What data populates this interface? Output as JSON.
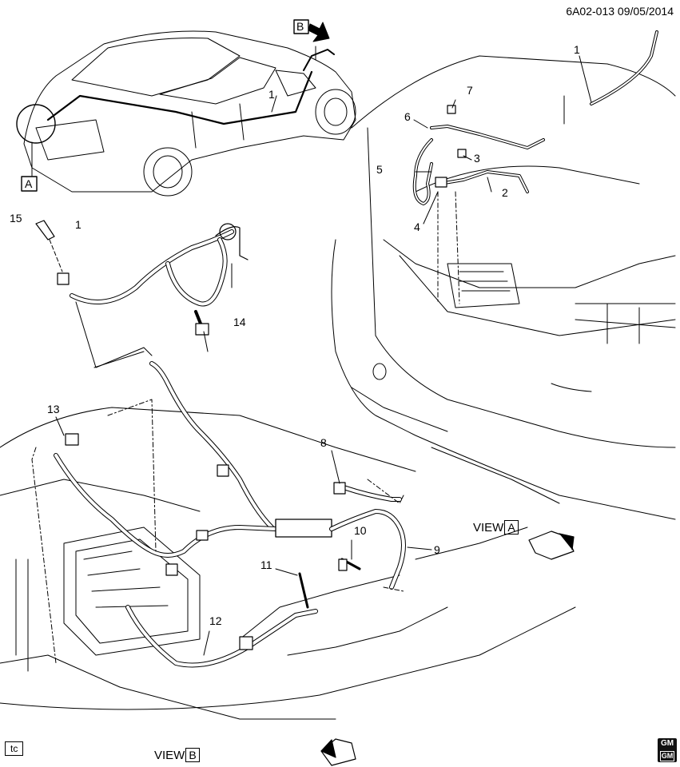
{
  "header": {
    "code": "6A02-013  09/05/2014"
  },
  "view_a": {
    "prefix": "VIEW",
    "letter": "A"
  },
  "view_b": {
    "prefix": "VIEW",
    "letter": "B"
  },
  "callouts": {
    "top_left_1": "1",
    "box_a": "A",
    "box_b": "B",
    "trunk_1": "1",
    "c2": "2",
    "c3": "3",
    "c4": "4",
    "c5": "5",
    "c6": "6",
    "c7": "7",
    "c8": "8",
    "c9": "9",
    "c10": "10",
    "c11": "11",
    "c12": "12",
    "c13": "13",
    "c14": "14",
    "c15": "15",
    "mid_1": "1"
  },
  "badge_tc": "tc",
  "logo": {
    "text": "GM",
    "sub": "GM"
  },
  "icons": [
    "front-arrow-icon",
    "direction-arrow-icon",
    "gm-logo-icon"
  ]
}
